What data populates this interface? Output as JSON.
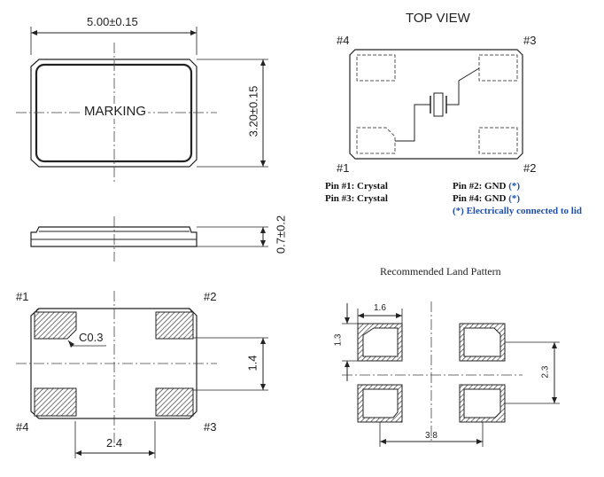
{
  "top_outline": {
    "width_dim": "5.00±0.15",
    "height_dim": "3.20±0.15",
    "marking": "MARKING"
  },
  "top_view": {
    "title": "TOP VIEW",
    "pin1": "#1",
    "pin2": "#2",
    "pin3": "#3",
    "pin4": "#4"
  },
  "side_view": {
    "height_dim": "0.7±0.2"
  },
  "bottom_view": {
    "pin1": "#1",
    "pin2": "#2",
    "pin3": "#3",
    "pin4": "#4",
    "chamfer": "C0.3",
    "pitch_v": "1.4",
    "pitch_h": "2.4"
  },
  "pin_table": {
    "pin1": "Pin #1: Crystal",
    "pin3": "Pin #3: Crystal",
    "pin2_label": "Pin #2: GND",
    "pin4_label": "Pin #4: GND",
    "mark": "(*)",
    "note": "(*) Electrically connected to lid"
  },
  "land_pattern": {
    "title": "Recommended Land Pattern",
    "pad_w": "1.6",
    "pad_h": "1.3",
    "pitch_v": "2.3",
    "pitch_h": "3.8"
  }
}
